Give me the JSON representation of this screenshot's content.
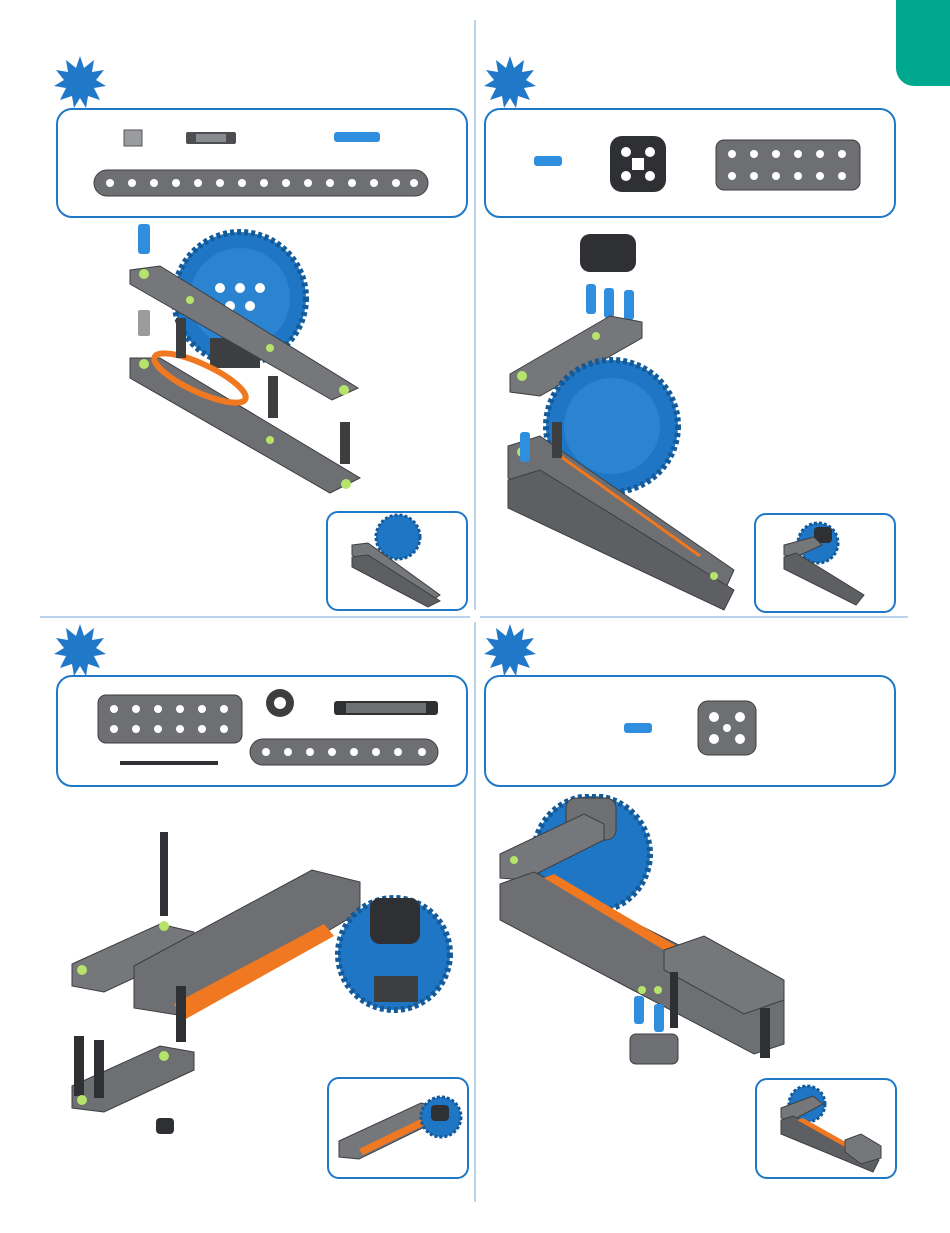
{
  "page": {
    "tab_color": "#00a88f",
    "accent": "#1f78c8",
    "divider_color": "#b9d3ec"
  },
  "steps": [
    {
      "number": "",
      "parts": [
        "connector-pin-gray",
        "standoff-2x",
        "axle-pin-blue",
        "beam-1x15"
      ]
    },
    {
      "number": "",
      "parts": [
        "connector-pin-blue",
        "corner-plate-2x2",
        "plate-2x6"
      ]
    },
    {
      "number": "",
      "parts": [
        "plate-2x6",
        "rubber-bushing",
        "standoff-4x",
        "axle-long",
        "beam-1x8"
      ]
    },
    {
      "number": "",
      "parts": [
        "connector-pin-blue",
        "plate-2x2"
      ]
    }
  ],
  "colors": {
    "beam_gray": "#6e6f72",
    "beam_dark": "#4d4e51",
    "hole_green": "#b6e36a",
    "gear_blue": "#1e76c4",
    "belt_orange": "#f07820",
    "pin_blue": "#2f8ede"
  },
  "icons": [
    "step-burst-icon",
    "gear-icon",
    "beam-icon",
    "pin-icon",
    "belt-icon"
  ]
}
